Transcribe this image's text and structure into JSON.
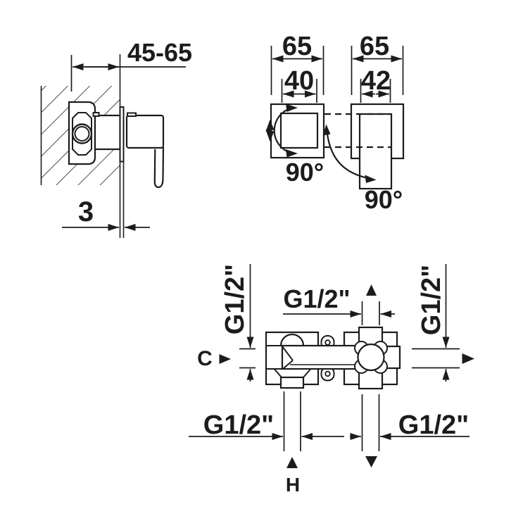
{
  "page": {
    "background": "#ffffff",
    "line_color": "#1c1c1c"
  },
  "side_view": {
    "depth_range": "45-65",
    "plate_thickness": "3"
  },
  "front_view": {
    "left": {
      "width": "65",
      "inner_width": "40",
      "rotation": "90°"
    },
    "right": {
      "width": "65",
      "handle_width": "42",
      "rotation": "90°"
    }
  },
  "plan_view": {
    "left_thread": "G1/2\"",
    "top_thread": "G1/2\"",
    "right_thread": "G1/2\"",
    "bottom_left_thread": "G1/2\"",
    "bottom_right_thread": "G1/2\"",
    "cold_marker": "C",
    "hot_marker": "H"
  }
}
